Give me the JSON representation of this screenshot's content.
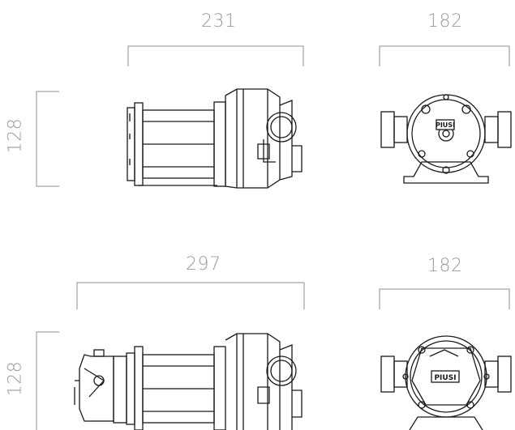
{
  "dimensions": {
    "top_side_width": "231",
    "top_front_width": "182",
    "top_height": "128",
    "bottom_side_width": "297",
    "bottom_front_width": "182",
    "bottom_height": "128"
  },
  "logo_text": "PIUSI",
  "colors": {
    "dimension_text": "#9a9a9a",
    "dimension_line": "#8c8c8c",
    "drawing_stroke": "#1a1a1a"
  }
}
